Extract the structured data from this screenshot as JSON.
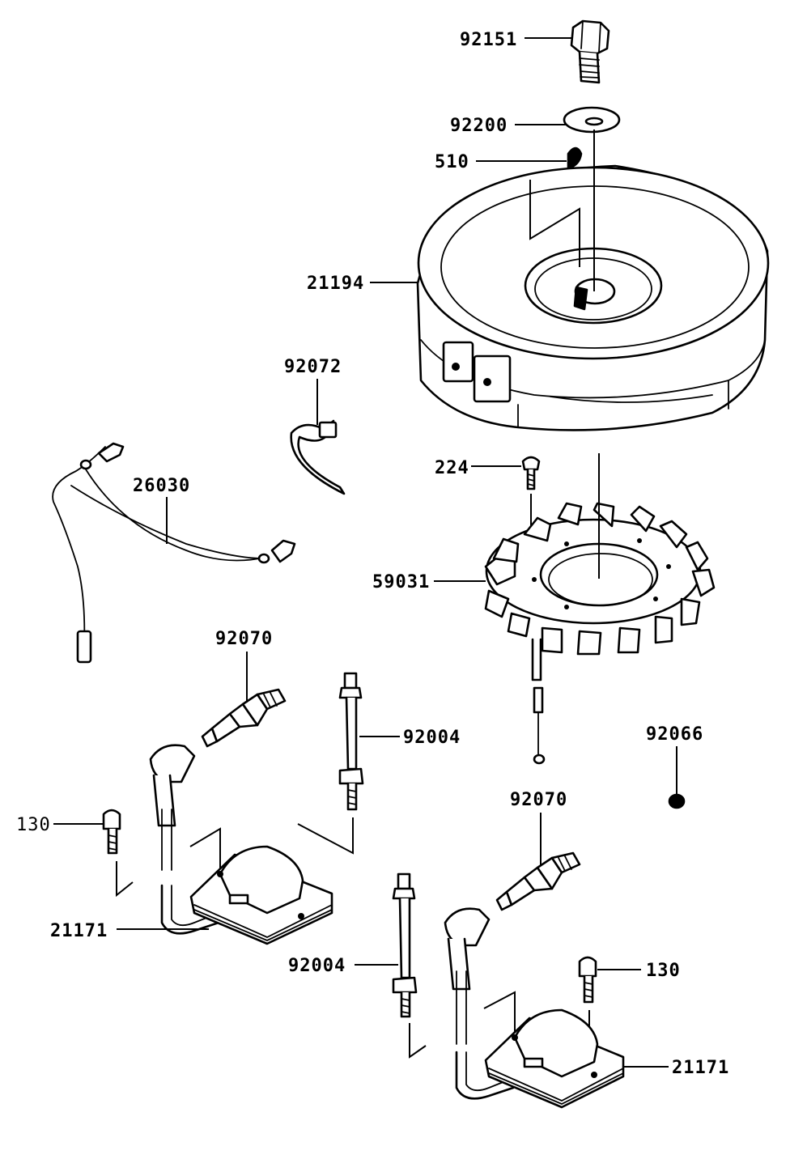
{
  "diagram": {
    "part_labels": [
      {
        "id": "p92151",
        "text": "92151"
      },
      {
        "id": "p92200",
        "text": "92200"
      },
      {
        "id": "p510",
        "text": "510"
      },
      {
        "id": "p21194",
        "text": "21194"
      },
      {
        "id": "p92072",
        "text": "92072"
      },
      {
        "id": "p26030",
        "text": "26030"
      },
      {
        "id": "p224",
        "text": "224"
      },
      {
        "id": "p59031",
        "text": "59031"
      },
      {
        "id": "p92070a",
        "text": "92070"
      },
      {
        "id": "p92004a",
        "text": "92004"
      },
      {
        "id": "p92066",
        "text": "92066"
      },
      {
        "id": "p130a",
        "text": "130"
      },
      {
        "id": "p92070b",
        "text": "92070"
      },
      {
        "id": "p21171a",
        "text": "21171"
      },
      {
        "id": "p92004b",
        "text": "92004"
      },
      {
        "id": "p130b",
        "text": "130"
      },
      {
        "id": "p21171b",
        "text": "21171"
      }
    ]
  }
}
